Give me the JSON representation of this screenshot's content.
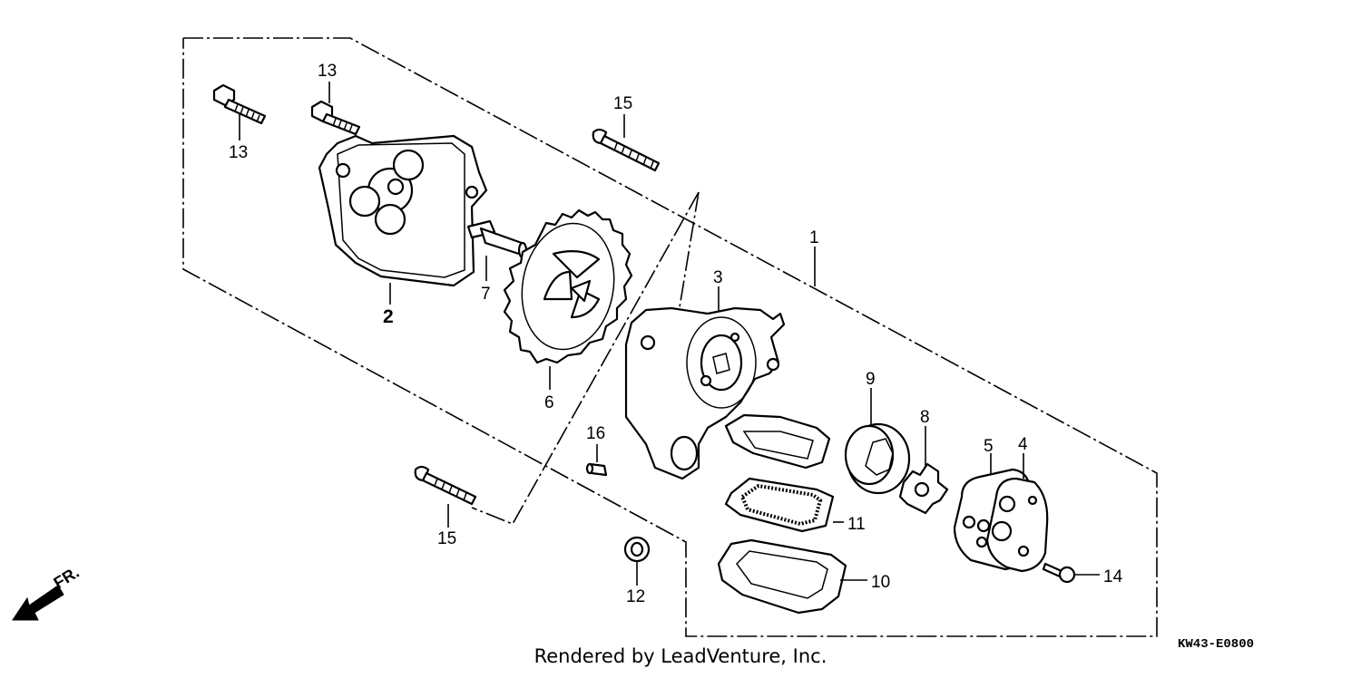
{
  "diagram": {
    "drawing_code": "KW43-E0800",
    "credit": "Rendered by LeadVenture, Inc.",
    "direction_label": "FR.",
    "callouts": {
      "c1": "1",
      "c2": "2",
      "c3": "3",
      "c4": "4",
      "c5": "5",
      "c6": "6",
      "c7": "7",
      "c8": "8",
      "c9": "9",
      "c10": "10",
      "c11": "11",
      "c12": "12",
      "c13a": "13",
      "c13b": "13",
      "c14": "14",
      "c15a": "15",
      "c15b": "15",
      "c16": "16"
    }
  }
}
